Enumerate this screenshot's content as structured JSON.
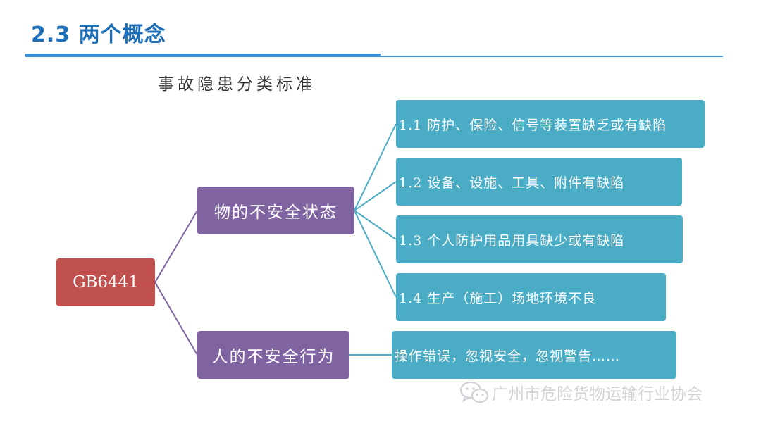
{
  "header": {
    "title": "2.3 两个概念"
  },
  "subtitle": "事故隐患分类标准",
  "diagram": {
    "root": {
      "label": "GB6441"
    },
    "branches": [
      {
        "label": "物的不安全状态",
        "children": [
          "1.1 防护、保险、信号等装置缺乏或有缺陷",
          "1.2 设备、设施、工具、附件有缺陷",
          "1.3 个人防护用品用具缺少或有缺陷",
          "1.4 生产（施工）场地环境不良"
        ]
      },
      {
        "label": "人的不安全行为",
        "children": [
          "操作错误，忽视安全，忽视警告……"
        ]
      }
    ]
  },
  "watermark": {
    "icon": "wechat-icon",
    "text": "广州市危险货物运输行业协会"
  },
  "colors": {
    "title": "#1f6fb8",
    "rule": "#3a8ed6",
    "root": "#c0504d",
    "branch": "#8064a2",
    "leaf": "#4bacc6",
    "connector_root": "#8064a2",
    "connector_leaf": "#4bacc6"
  }
}
